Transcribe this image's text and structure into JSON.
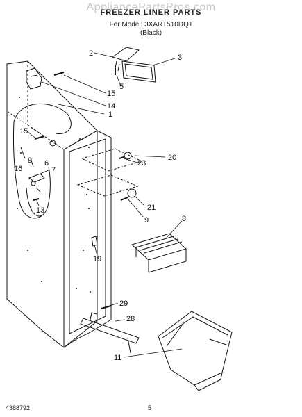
{
  "header": {
    "watermark": "AppliancePartsPros.com",
    "title": "FREEZER LINER PARTS",
    "model_line": "For Model: 3XART510DQ1",
    "color_line": "(Black)"
  },
  "callouts": [
    {
      "id": "c1",
      "label": "1"
    },
    {
      "id": "c2",
      "label": "2"
    },
    {
      "id": "c3",
      "label": "3"
    },
    {
      "id": "c5",
      "label": "5"
    },
    {
      "id": "c6",
      "label": "6"
    },
    {
      "id": "c7",
      "label": "7"
    },
    {
      "id": "c8",
      "label": "8"
    },
    {
      "id": "c9a",
      "label": "9"
    },
    {
      "id": "c9b",
      "label": "9"
    },
    {
      "id": "c11",
      "label": "11"
    },
    {
      "id": "c13",
      "label": "13"
    },
    {
      "id": "c14",
      "label": "14"
    },
    {
      "id": "c15a",
      "label": "15"
    },
    {
      "id": "c15b",
      "label": "15"
    },
    {
      "id": "c16",
      "label": "16"
    },
    {
      "id": "c19",
      "label": "19"
    },
    {
      "id": "c20",
      "label": "20"
    },
    {
      "id": "c21",
      "label": "21"
    },
    {
      "id": "c23",
      "label": "23"
    },
    {
      "id": "c28",
      "label": "28"
    },
    {
      "id": "c29",
      "label": "29"
    }
  ],
  "footer": {
    "part_number": "4388792",
    "page_number": "5"
  }
}
